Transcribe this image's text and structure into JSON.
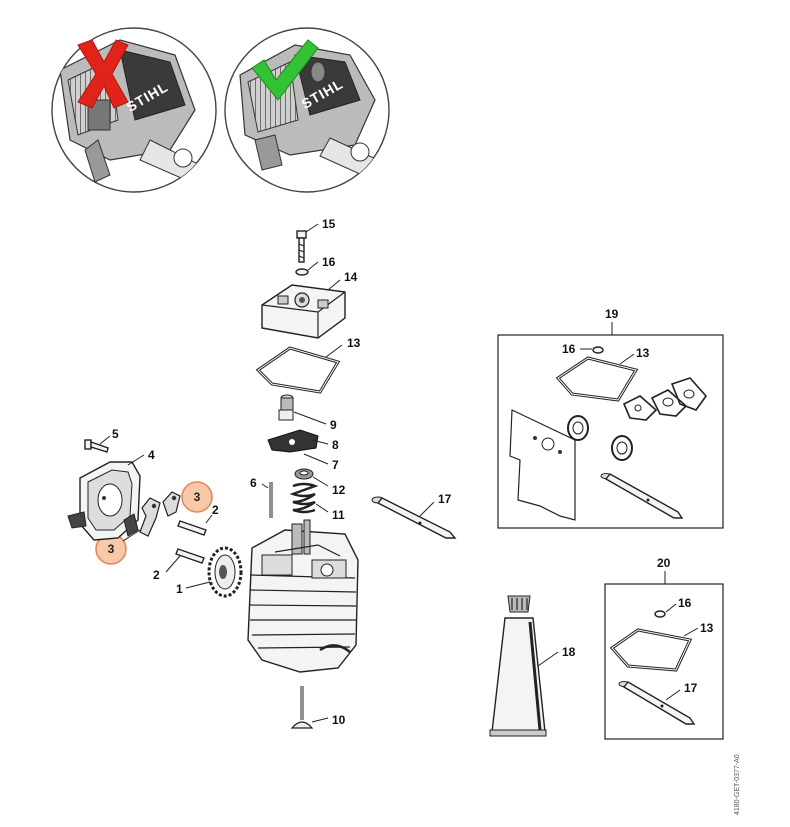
{
  "brand_logo": "STIHL",
  "document_id": "4180-GET-0377-A0",
  "colors": {
    "cross": "#e2231a",
    "check": "#33c233",
    "highlight_fill": "#f7c9a8",
    "highlight_stroke": "#e08a58"
  },
  "icons": [
    "cross-icon",
    "check-icon"
  ],
  "part_labels": {
    "p1": "1",
    "p2a": "2",
    "p2b": "2",
    "p3a": "3",
    "p3b": "3",
    "p4": "4",
    "p5": "5",
    "p6": "6",
    "p7": "7",
    "p8": "8",
    "p9": "9",
    "p10": "10",
    "p11": "11",
    "p12": "12",
    "p13": "13",
    "p14": "14",
    "p15": "15",
    "p16": "16",
    "p17": "17",
    "p18": "18",
    "p19": "19",
    "p20": "20"
  },
  "kit19": {
    "label": "19",
    "l16": "16",
    "l13": "13"
  },
  "kit20": {
    "label": "20",
    "l16": "16",
    "l13": "13",
    "l17": "17"
  }
}
